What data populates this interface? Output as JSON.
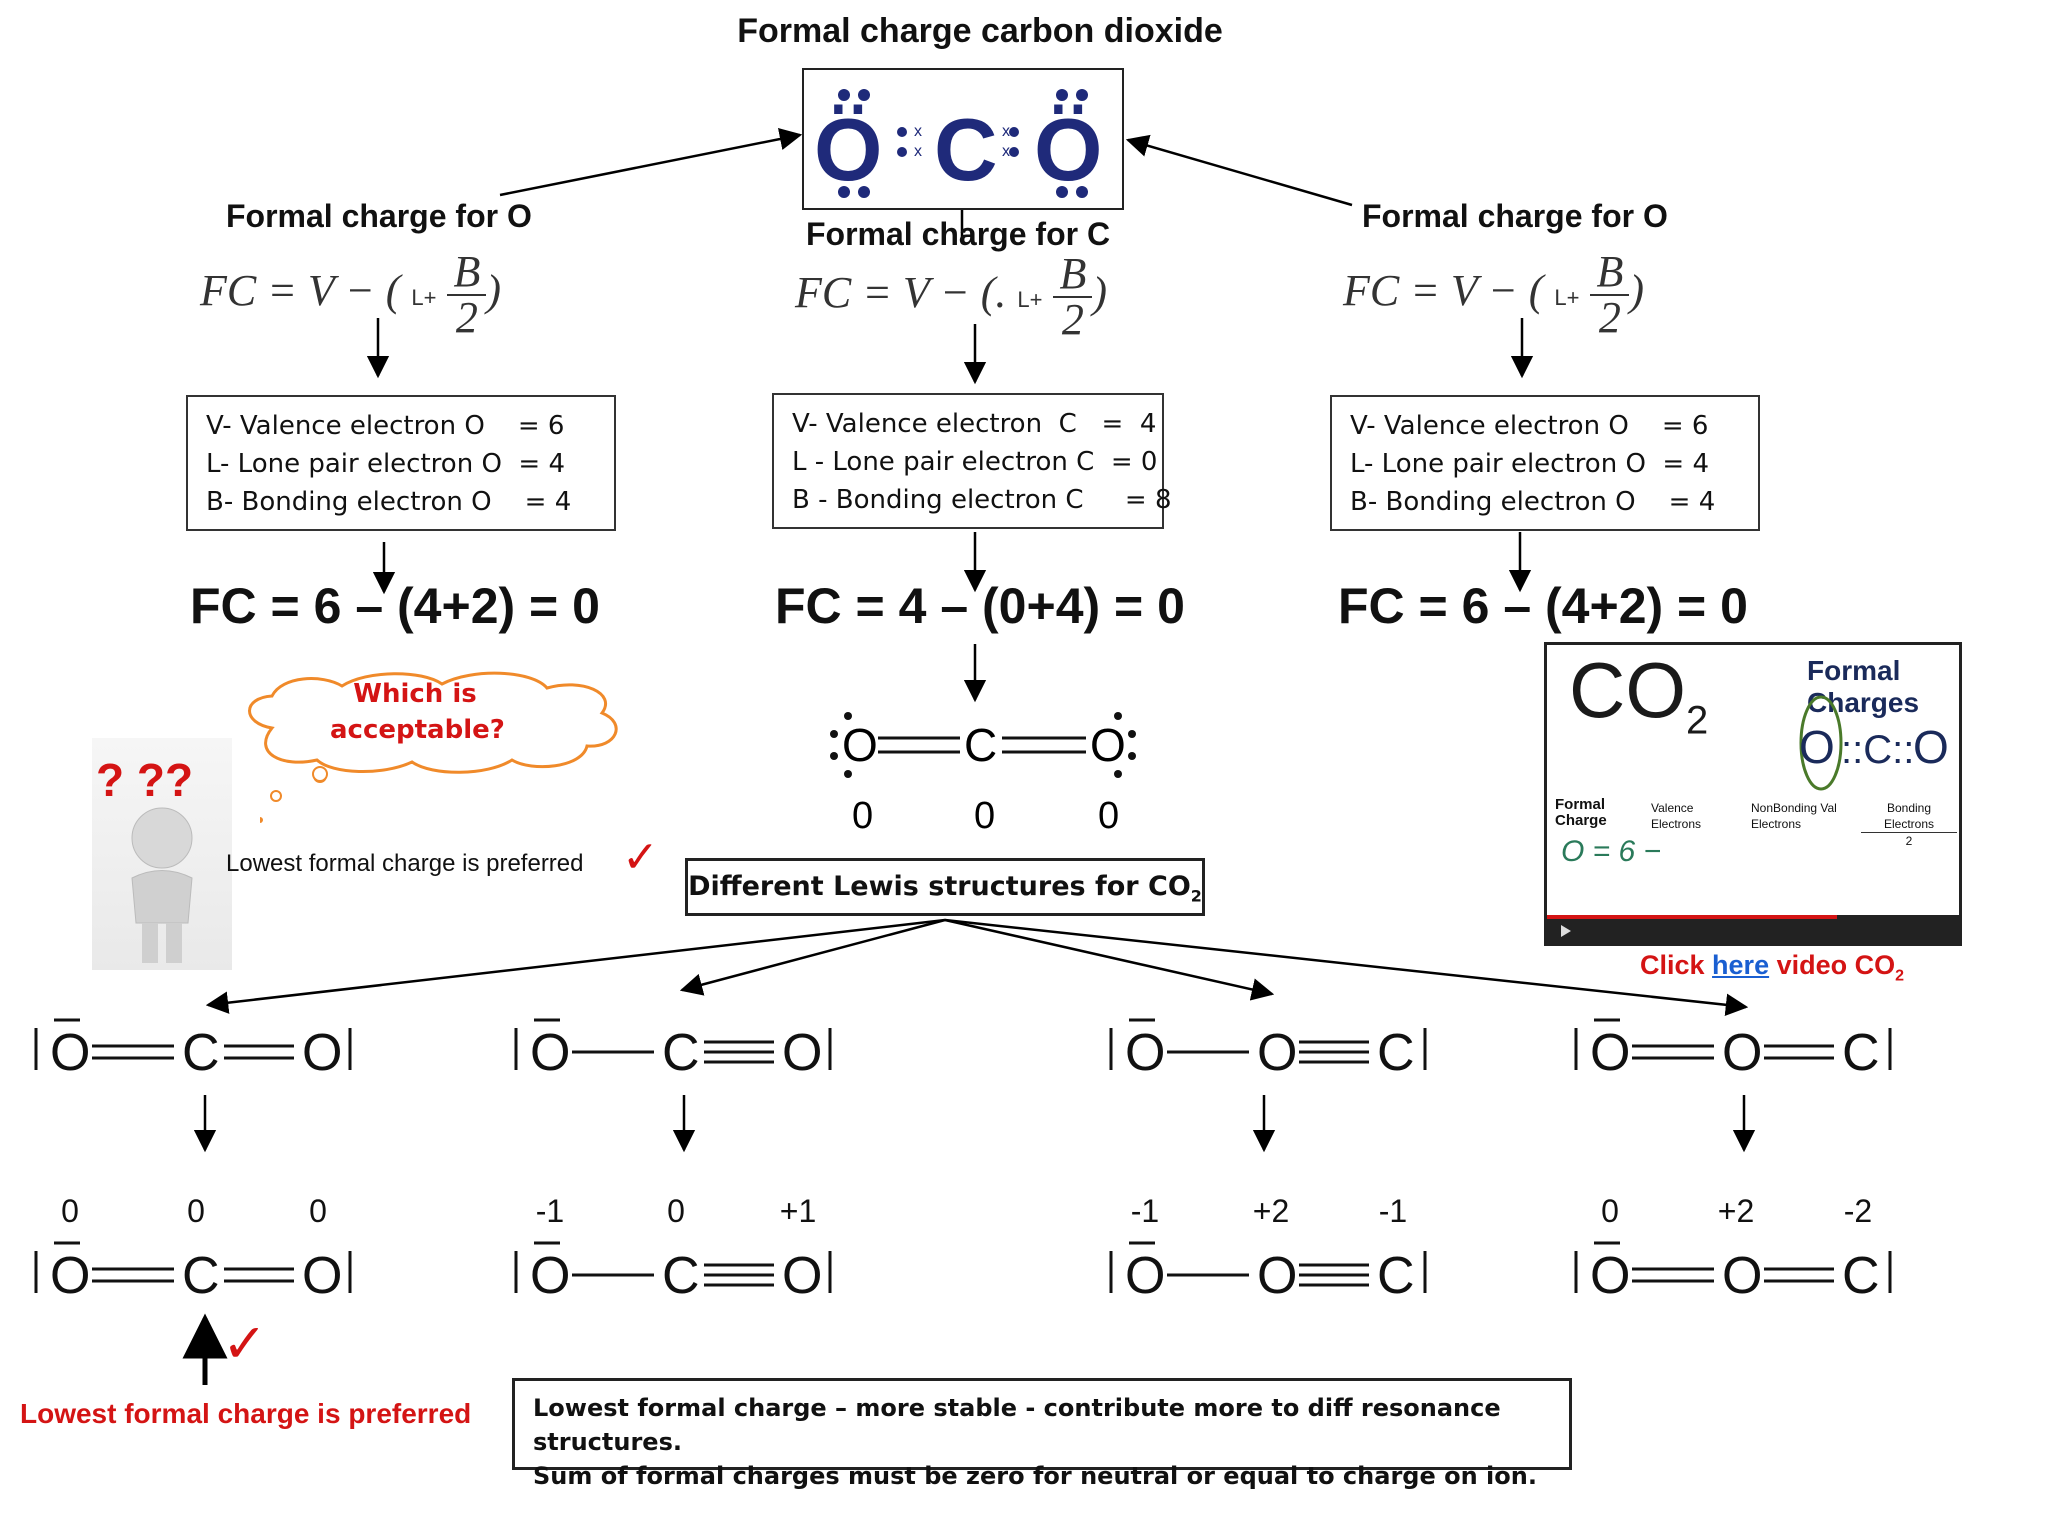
{
  "title": "Formal charge carbon dioxide",
  "top_lewis": {
    "left_atom": "Ö",
    "center_atom": "C",
    "right_atom": "Ö",
    "sep": ":",
    "xx": "x"
  },
  "columns": [
    {
      "heading": "Formal charge for O",
      "formula": {
        "lhs": "FC = V − (",
        "L": "L+",
        "num": "B",
        "den": "2",
        "close": ")"
      },
      "lines": [
        "V- Valence electron O    = 6",
        "L- Lone pair electron O  = 4",
        "B- Bonding electron O    = 4"
      ],
      "result": "FC = 6 – (4+2) = 0"
    },
    {
      "heading": "Formal charge for C",
      "formula": {
        "lhs": "FC = V − (.",
        "L": "L+",
        "num": "B",
        "den": "2",
        "close": ")"
      },
      "lines": [
        "V- Valence electron  C   =  4",
        "L - Lone pair electron C  = 0",
        "B - Bonding electron C     = 8"
      ],
      "result": "FC = 4 – (0+4) = 0"
    },
    {
      "heading": "Formal charge for O",
      "formula": {
        "lhs": "FC = V − (",
        "L": "L+",
        "num": "B",
        "den": "2",
        "close": ")"
      },
      "lines": [
        "V- Valence electron O    = 6",
        "L- Lone pair electron O  = 4",
        "B- Bonding electron O    = 4"
      ],
      "result": "FC = 6 – (4+2) = 0"
    }
  ],
  "center_structure": {
    "atoms": [
      "O",
      "C",
      "O"
    ],
    "charges": [
      "0",
      "0",
      "0"
    ]
  },
  "thought_bubble": "Which is acceptable?",
  "thinker_marks": "? ??",
  "lowest_note": "Lowest formal charge is preferred",
  "check": "✓",
  "different_label": "Different Lewis structures for CO",
  "different_sub": "2",
  "structures": [
    {
      "atoms": [
        "O",
        "C",
        "O"
      ],
      "charges": [
        "0",
        "0",
        "0"
      ]
    },
    {
      "atoms": [
        "O",
        "C",
        "O"
      ],
      "charges": [
        "-1",
        "0",
        "+1"
      ]
    },
    {
      "atoms": [
        "O",
        "O",
        "C"
      ],
      "charges": [
        "-1",
        "+2",
        "-1"
      ]
    },
    {
      "atoms": [
        "O",
        "O",
        "C"
      ],
      "charges": [
        "0",
        "+2",
        "-2"
      ]
    }
  ],
  "preferred_label": "Lowest formal charge is preferred",
  "bottom_note": [
    "Lowest formal charge – more stable -  contribute more to diff resonance structures.",
    "Sum of formal charges must be zero for neutral or equal to charge on ion."
  ],
  "video": {
    "co2": "CO",
    "co2_sub": "2",
    "heading": "Formal Charges",
    "eq_lhs": "Formal Charge",
    "eq_t1": "Valence Electrons",
    "eq_t2": "NonBonding Val Electrons",
    "eq_t3": "Bonding Electrons",
    "eq_t3_den": "2",
    "lewis": "::C::",
    "hand": "O = 6 −"
  },
  "click": {
    "pre": "Click ",
    "link": "here",
    "post": "  video CO",
    "sub": "2"
  },
  "colors": {
    "navy": "#1f2a7a",
    "red": "#d41414",
    "link": "#1a5fd1",
    "bubble": "#f08a2a"
  }
}
